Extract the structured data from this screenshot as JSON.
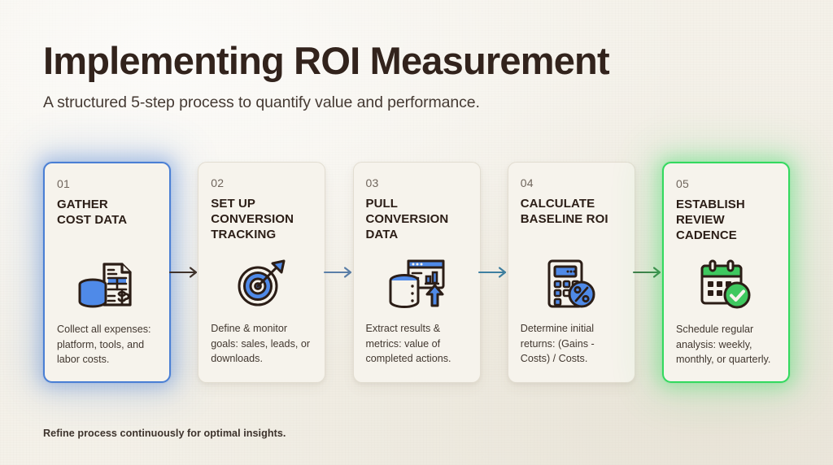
{
  "header": {
    "title": "Implementing ROI Measurement",
    "subtitle": "A structured 5-step process to quantify value and performance."
  },
  "footer": {
    "note": "Refine process continuously for optimal insights."
  },
  "colors": {
    "background": "#f4f1e9",
    "card_background": "#f6f3ec",
    "title_text": "#32231c",
    "accent_blue": "#4a7fd4",
    "accent_green": "#33d95f",
    "icon_blue": "#4f8ae8",
    "icon_green": "#3ec85f",
    "icon_outline": "#2b1d16"
  },
  "steps": [
    {
      "number": "01",
      "title": "GATHER\nCOST DATA",
      "description": "Collect all expenses: platform, tools, and labor costs.",
      "icon": "coins-invoice-icon",
      "highlight": "blue"
    },
    {
      "number": "02",
      "title": "SET UP\nCONVERSION\nTRACKING",
      "description": "Define & monitor goals: sales, leads, or downloads.",
      "icon": "target-arrow-icon",
      "highlight": "none"
    },
    {
      "number": "03",
      "title": "PULL\nCONVERSION\nDATA",
      "description": "Extract results & metrics: value of completed actions.",
      "icon": "database-dashboard-icon",
      "highlight": "none"
    },
    {
      "number": "04",
      "title": "CALCULATE\nBASELINE ROI",
      "description": "Determine initial returns: (Gains - Costs) / Costs.",
      "icon": "calculator-percent-icon",
      "highlight": "none"
    },
    {
      "number": "05",
      "title": "ESTABLISH\nREVIEW\nCADENCE",
      "description": "Schedule regular analysis: weekly, monthly, or quarterly.",
      "icon": "calendar-check-icon",
      "highlight": "green"
    }
  ],
  "connectors": [
    {
      "name": "arrow-1",
      "color": "#3f322b"
    },
    {
      "name": "arrow-2",
      "color": "#5b7fa8"
    },
    {
      "name": "arrow-3",
      "color": "#3e7fa0"
    },
    {
      "name": "arrow-4",
      "color": "#3f7d4a"
    }
  ]
}
